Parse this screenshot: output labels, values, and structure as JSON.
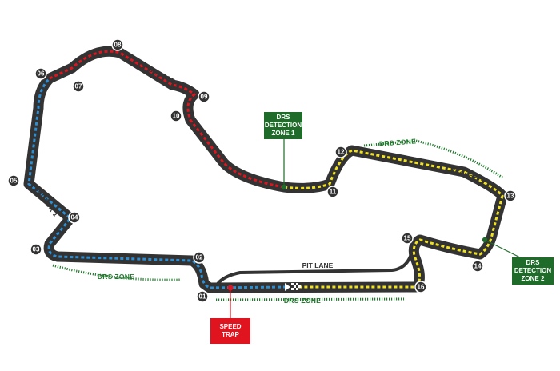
{
  "turns": [
    "01",
    "02",
    "03",
    "04",
    "05",
    "06",
    "07",
    "08",
    "09",
    "10",
    "11",
    "12",
    "13",
    "14",
    "15",
    "16"
  ],
  "sector_labels": [
    "SECTOR 1",
    "SECTOR 2",
    "SECTOR 3"
  ],
  "drs_zone_label": "DRS ZONE",
  "pit_lane_label": "PIT LANE",
  "drs_detection_1": [
    "DRS",
    "DETECTION",
    "ZONE 1"
  ],
  "drs_detection_2": [
    "DRS",
    "DETECTION",
    "ZONE 2"
  ],
  "speed_trap": [
    "SPEED",
    "TRAP"
  ],
  "colors": {
    "track": "#333333",
    "sector_1": "#2b8fd6",
    "sector_2": "#e0141e",
    "sector_3": "#f2e21b",
    "drs": "#1f7a2c",
    "speed_trap": "#e0141e",
    "pit_lane": "#333333"
  }
}
